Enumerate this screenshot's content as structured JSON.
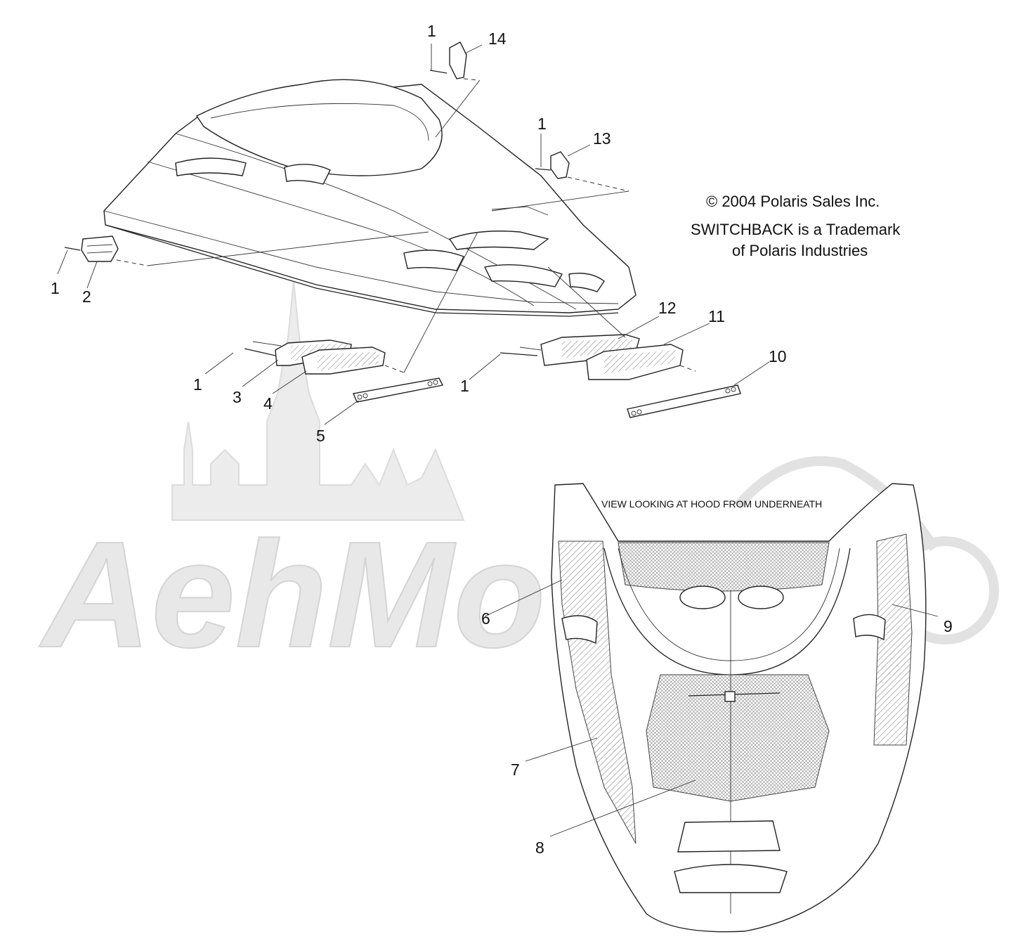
{
  "copyright": "© 2004 Polaris Sales Inc.",
  "trademark_line1": "SWITCHBACK is a Trademark",
  "trademark_line2": "of Polaris Industries",
  "view_note": "VIEW LOOKING AT HOOD FROM UNDERNEATH",
  "watermark": "AehMo",
  "callouts": {
    "c1_top": "1",
    "c14": "14",
    "c1_mid": "1",
    "c13": "13",
    "c1_left": "1",
    "c2": "2",
    "c12": "12",
    "c11": "11",
    "c10": "10",
    "c1_low": "1",
    "c3": "3",
    "c4": "4",
    "c5": "5",
    "c1_right": "1",
    "c6": "6",
    "c9": "9",
    "c7": "7",
    "c8": "8"
  }
}
